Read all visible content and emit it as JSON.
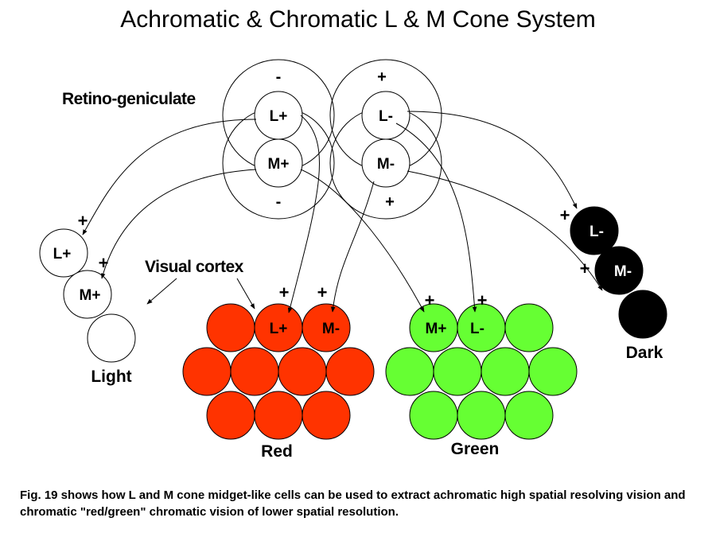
{
  "title": "Achromatic & Chromatic L & M Cone System",
  "labels": {
    "retino_geniculate": "Retino-geniculate",
    "visual_cortex": "Visual cortex",
    "light": "Light",
    "red": "Red",
    "green": "Green",
    "dark": "Dark"
  },
  "retina_cells": {
    "on_center": {
      "surround_top": "-",
      "surround_bottom": "-",
      "l": "L+",
      "m": "M+"
    },
    "off_center": {
      "surround_top": "+",
      "surround_bottom": "+",
      "l": "L-",
      "m": "M-"
    }
  },
  "light_group": {
    "l": "L+",
    "m": "M+",
    "plus_l": "+",
    "plus_m": "+"
  },
  "dark_group": {
    "l": "L-",
    "m": "M-",
    "plus_l": "+",
    "plus_m": "+"
  },
  "red_group": {
    "l": "L+",
    "m": "M-",
    "plus_l": "+",
    "plus_m": "+"
  },
  "green_group": {
    "m": "M+",
    "l": "L-",
    "plus_m": "+",
    "plus_l": "+"
  },
  "colors": {
    "red": "#ff3300",
    "green": "#66ff33",
    "dark": "#000000",
    "outline": "#000000"
  },
  "caption": "Fig. 19 shows how L and M cone midget-like cells can be used to extract achromatic high spatial resolving vision and chromatic \"red/green\" chromatic vision of lower spatial resolution."
}
